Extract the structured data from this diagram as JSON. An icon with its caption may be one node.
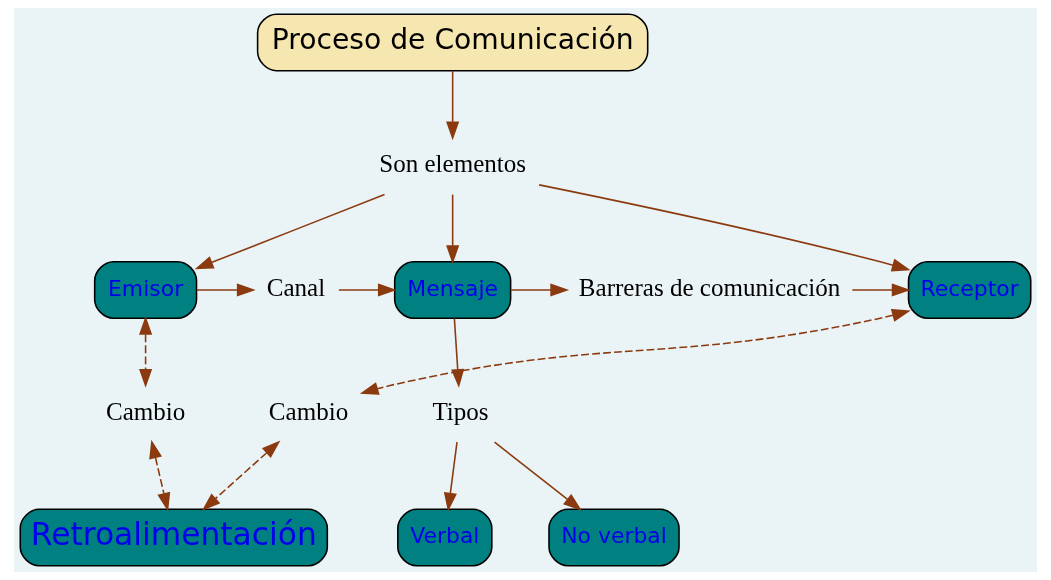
{
  "diagram": {
    "nodes": [
      {
        "text": [
          "Proceso de Comunicación"
        ]
      },
      {
        "text": [
          "Son elementos"
        ]
      },
      {
        "text": [
          "Emisor"
        ]
      },
      {
        "text": [
          "Canal"
        ]
      },
      {
        "text": [
          "Mensaje"
        ]
      },
      {
        "text": [
          "Barreras de comunicación"
        ]
      },
      {
        "text": [
          "Receptor"
        ]
      },
      {
        "text": [
          "Tipos"
        ]
      },
      {
        "text": [
          "Verbal"
        ]
      },
      {
        "text": [
          "No verbal"
        ]
      },
      {
        "text": [
          "Cambio"
        ]
      },
      {
        "text": [
          "Cambio"
        ]
      },
      {
        "text": [
          "Retroalimentación"
        ]
      }
    ],
    "edges": [
      {
        "from": 0,
        "to": 1,
        "arrow": "to"
      },
      {
        "from": 1,
        "to": 2,
        "arrow": "to"
      },
      {
        "from": 1,
        "to": 4,
        "arrow": "to"
      },
      {
        "from": 1,
        "to": 6,
        "arrow": "to"
      },
      {
        "from": 2,
        "to": 3,
        "arrow": "to"
      },
      {
        "from": 3,
        "to": 4,
        "arrow": "to"
      },
      {
        "from": 4,
        "to": 5,
        "arrow": "to"
      },
      {
        "from": 5,
        "to": 6,
        "arrow": "to"
      },
      {
        "from": 4,
        "to": 7,
        "arrow": "to"
      },
      {
        "from": 7,
        "to": 8,
        "arrow": "to"
      },
      {
        "from": 7,
        "to": 9,
        "arrow": "to"
      },
      {
        "from": 2,
        "to": 10,
        "arrow": "both",
        "style": "dashed"
      },
      {
        "from": 10,
        "to": 12,
        "arrow": "both",
        "style": "dashed"
      },
      {
        "from": 6,
        "to": 11,
        "arrow": "both",
        "style": "dashed"
      },
      {
        "from": 11,
        "to": 12,
        "arrow": "both",
        "style": "dashed"
      }
    ]
  }
}
